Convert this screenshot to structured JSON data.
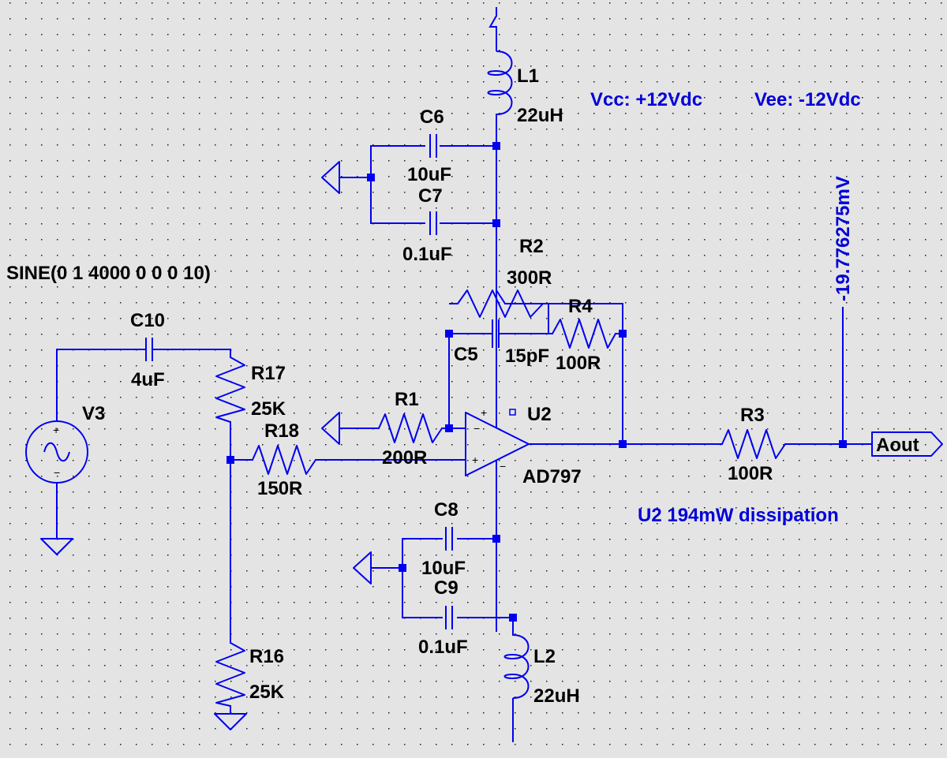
{
  "components": {
    "L1": {
      "ref": "L1",
      "value": "22uH"
    },
    "L2": {
      "ref": "L2",
      "value": "22uH"
    },
    "C6": {
      "ref": "C6",
      "value": "10uF"
    },
    "C7": {
      "ref": "C7",
      "value": "0.1uF"
    },
    "C8": {
      "ref": "C8",
      "value": "10uF"
    },
    "C9": {
      "ref": "C9",
      "value": "0.1uF"
    },
    "C5": {
      "ref": "C5",
      "value": "15pF"
    },
    "C10": {
      "ref": "C10",
      "value": "4uF"
    },
    "R1": {
      "ref": "R1",
      "value": "200R"
    },
    "R2": {
      "ref": "R2",
      "value": "300R"
    },
    "R3": {
      "ref": "R3",
      "value": "100R"
    },
    "R4": {
      "ref": "R4",
      "value": "100R"
    },
    "R16": {
      "ref": "R16",
      "value": "25K"
    },
    "R17": {
      "ref": "R17",
      "value": "25K"
    },
    "R18": {
      "ref": "R18",
      "value": "150R"
    },
    "U2": {
      "ref": "U2",
      "value": "AD797"
    },
    "V3": {
      "ref": "V3",
      "value": "SINE(0 1 4000 0 0 0 10)"
    }
  },
  "annotations": {
    "vcc": "Vcc: +12Vdc",
    "vee": "Vee: -12Vdc",
    "dissipation": "U2 194mW dissipation",
    "probe": "-19.776275mV"
  },
  "port": {
    "label": "Aout"
  },
  "colors": {
    "background": "#e4e4e4",
    "wire": "#0000f0",
    "label": "#000000",
    "annotation": "#0000d8",
    "grid": "#1a1a1a"
  }
}
